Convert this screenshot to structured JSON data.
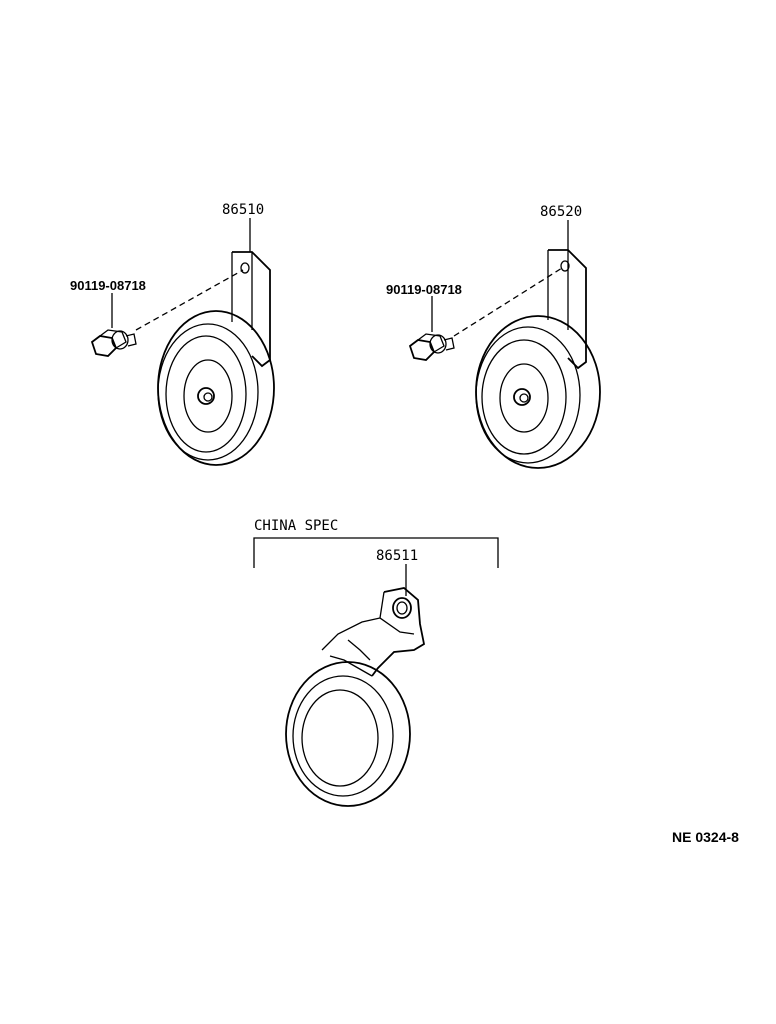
{
  "parts": {
    "horn_left": "86510",
    "horn_right": "86520",
    "horn_china": "86511",
    "bolt_left": "90119-08718",
    "bolt_right": "90119-08718"
  },
  "section": {
    "china_spec": "CHINA SPEC"
  },
  "reference_code": "NE 0324-8"
}
